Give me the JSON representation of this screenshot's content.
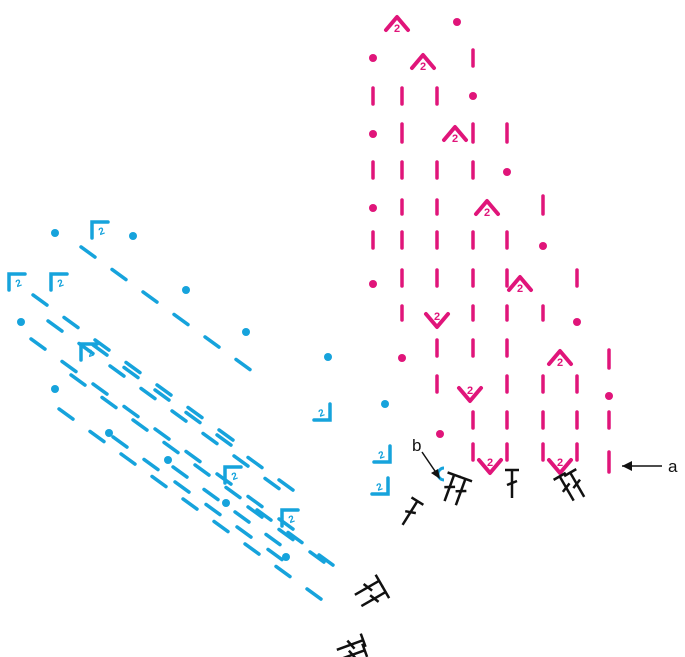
{
  "diagram": {
    "colors": {
      "pink": "#e0157a",
      "blue": "#16a3dc",
      "black": "#111111"
    },
    "symbols": {
      "pink_decrease": "2",
      "blue_increase": "2"
    },
    "callouts": {
      "a_label": "a",
      "b_label": "b"
    }
  }
}
